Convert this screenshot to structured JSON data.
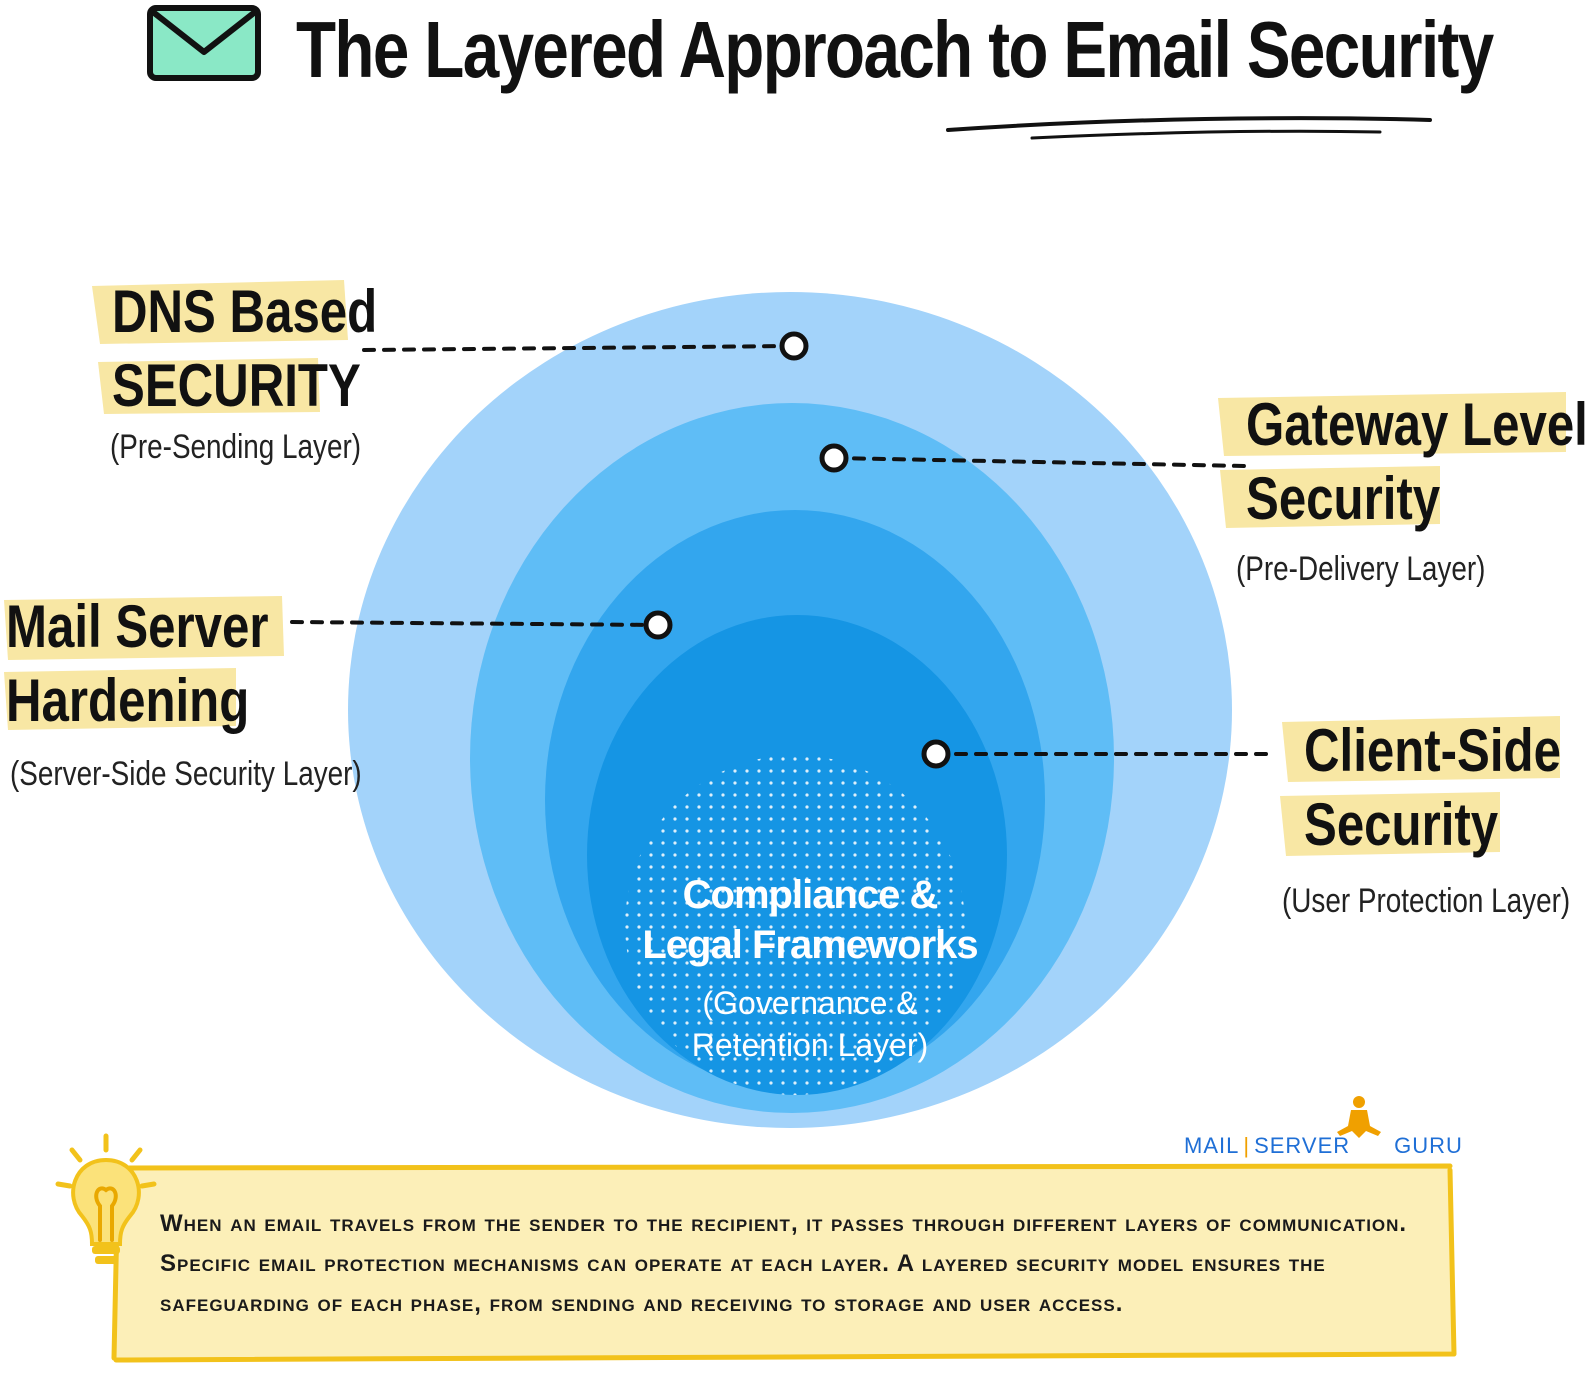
{
  "title": "The Layered Approach to Email Security",
  "colors": {
    "layer1": "#a3d3fa",
    "layer2": "#5fbdf6",
    "layer3": "#33a6ee",
    "layer4": "#1595e4",
    "highlight": "#f8e7a4",
    "envelope": "#8ae8c6",
    "note_bg": "#fcefb8",
    "note_border": "#f2c21b",
    "brand": "#1f6fd6"
  },
  "layers": [
    {
      "heading_line1": "DNS Based",
      "heading_line2": "SECURITY",
      "subtitle": "(Pre-Sending Layer)"
    },
    {
      "heading_line1": "Gateway Level",
      "heading_line2": "Security",
      "subtitle": "(Pre-Delivery Layer)"
    },
    {
      "heading_line1": "Mail Server",
      "heading_line2": "Hardening",
      "subtitle": "(Server-Side Security Layer)"
    },
    {
      "heading_line1": "Client-Side",
      "heading_line2": "Security",
      "subtitle": "(User Protection Layer)"
    }
  ],
  "core": {
    "title_line1": "Compliance &",
    "title_line2": "Legal Frameworks",
    "subtitle_line1": "(Governance &",
    "subtitle_line2": "Retention Layer)"
  },
  "brand": {
    "part1": "MAIL",
    "separator": "|",
    "part2": "SERVER",
    "part3": "GURU"
  },
  "note": "When an email travels from the sender to the recipient, it passes through different layers of communication. Specific email protection mechanisms can operate at each layer. A layered security model ensures the safeguarding of each phase, from sending and receiving to storage and user access.",
  "icons": [
    "envelope-icon",
    "lightbulb-icon",
    "meditation-figure-icon"
  ]
}
